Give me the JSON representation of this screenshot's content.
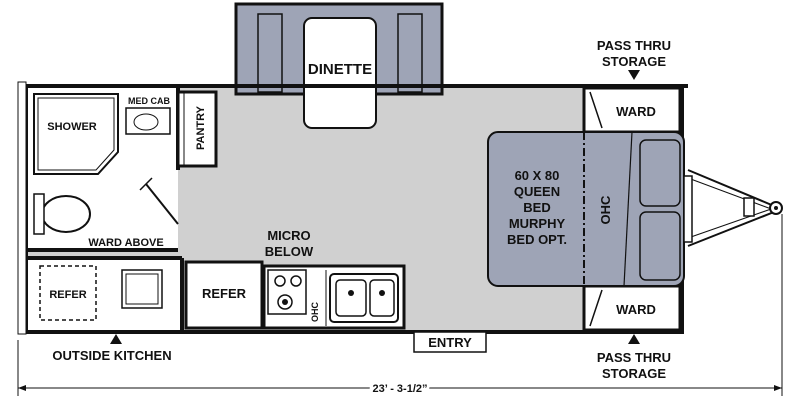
{
  "labels": {
    "dinette": "DINETTE",
    "shower": "SHOWER",
    "med_cab": "MED CAB",
    "pantry": "PANTRY",
    "ward_above": "WARD ABOVE",
    "refer_outside": "REFER",
    "refer_inside": "REFER",
    "micro_below_line1": "MICRO",
    "micro_below_line2": "BELOW",
    "ohc_kitchen": "OHC",
    "ohc_bedroom": "OHC",
    "bed_line1": "60 X 80",
    "bed_line2": "QUEEN",
    "bed_line3": "BED",
    "bed_line4": "MURPHY",
    "bed_line5": "BED OPT.",
    "ward_top": "WARD",
    "ward_bottom": "WARD",
    "pass_thru_top_line1": "PASS THRU",
    "pass_thru_top_line2": "STORAGE",
    "pass_thru_bottom_line1": "PASS THRU",
    "pass_thru_bottom_line2": "STORAGE",
    "entry": "ENTRY",
    "outside_kitchen": "OUTSIDE KITCHEN",
    "length": "23’ - 3-1/2”"
  },
  "colors": {
    "floor": "#d0d0d0",
    "slide_fill": "#9ea4b6",
    "bed_fill": "#9ea4b6",
    "wall": "#111111",
    "white": "#ffffff"
  }
}
